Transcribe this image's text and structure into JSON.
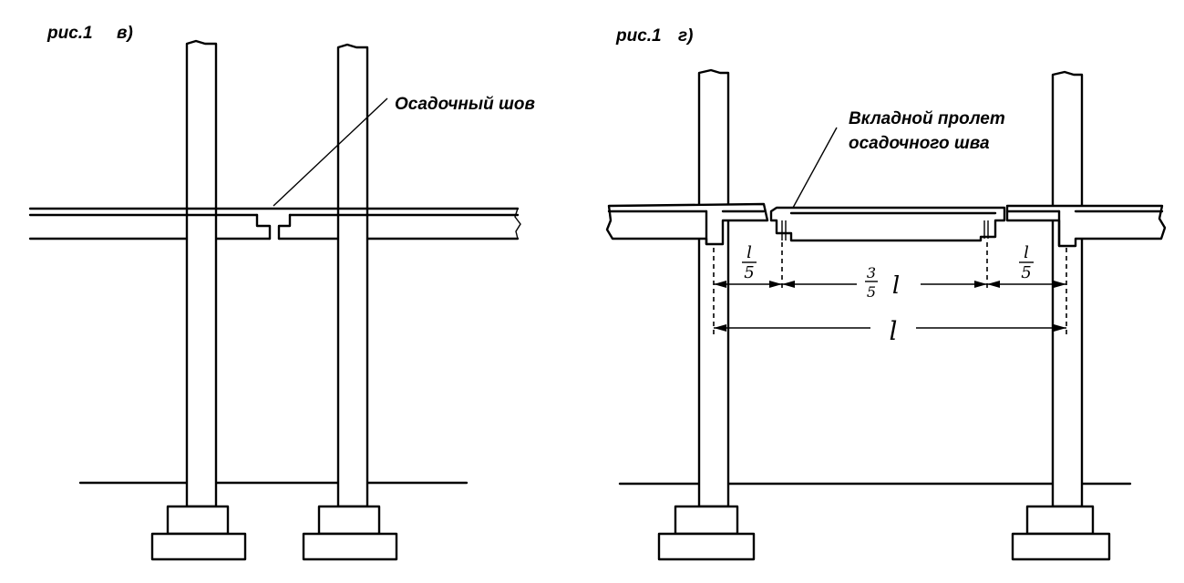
{
  "figures": {
    "left": {
      "caption": "рис.1",
      "letter": "в)",
      "callout": "Осадочный шов"
    },
    "right": {
      "caption": "рис.1",
      "letter": "г)",
      "callout_line1": "Вкладной пролет",
      "callout_line2": "осадочного шва",
      "dims": {
        "left_fraction_num": "l",
        "left_fraction_den": "5",
        "mid_fraction_num": "3",
        "mid_fraction_den": "5",
        "mid_symbol": "l",
        "right_fraction_num": "l",
        "right_fraction_den": "5",
        "total": "l"
      }
    }
  }
}
